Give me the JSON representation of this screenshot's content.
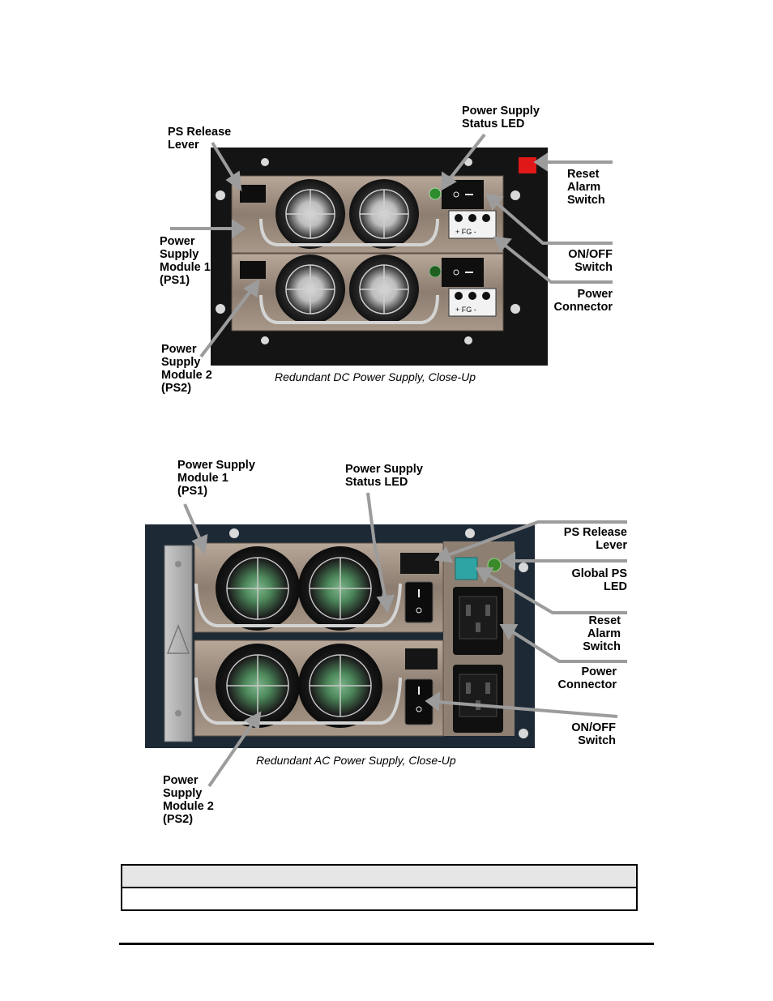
{
  "dc_figure": {
    "caption": "Redundant DC Power Supply, Close-Up",
    "labels": {
      "ps_release_lever": "PS Release\nLever",
      "psu_status_led": "Power Supply\nStatus LED",
      "reset_alarm_switch": "Reset\nAlarm\nSwitch",
      "psu_module1": "Power\nSupply\nModule 1\n(PS1)",
      "on_off_switch": "ON/OFF\nSwitch",
      "power_connector": "Power\nConnector",
      "psu_module2": "Power\nSupply\nModule 2\n(PS2)"
    },
    "terminal_marking": "+ FG -"
  },
  "ac_figure": {
    "caption": "Redundant AC Power Supply, Close-Up",
    "labels": {
      "psu_module1": "Power Supply\nModule 1\n(PS1)",
      "psu_status_led": "Power Supply\nStatus LED",
      "ps_release_lever": "PS Release\nLever",
      "global_ps_led": "Global PS\nLED",
      "reset_alarm_switch": "Reset\nAlarm\nSwitch",
      "power_connector": "Power\nConnector",
      "on_off_switch": "ON/OFF\nSwitch",
      "psu_module2": "Power\nSupply\nModule 2\n(PS2)"
    }
  },
  "note_table": {
    "header": "",
    "body": ""
  },
  "colors": {
    "chassis": "#141414",
    "psu_body": "#9a8a7c",
    "arrow": "#9c9c9c",
    "dc_led": "#2e8b2e",
    "reset_red": "#e01818",
    "reset_teal": "#2fa4a4"
  }
}
